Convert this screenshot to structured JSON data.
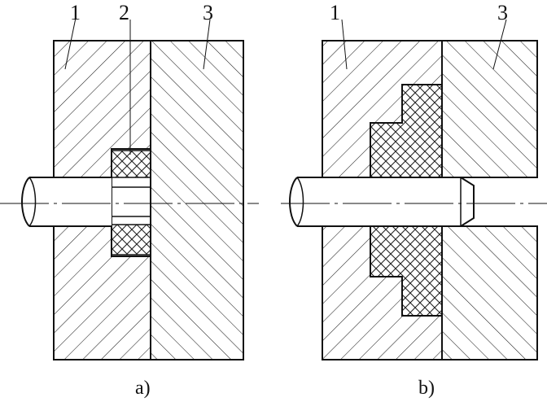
{
  "figure": {
    "panels": [
      {
        "caption": "a)",
        "callouts": [
          "1",
          "2",
          "3"
        ]
      },
      {
        "caption": "b)",
        "callouts": [
          "1",
          "3"
        ]
      }
    ],
    "colors": {
      "ink": "#111111",
      "background": "#ffffff"
    }
  }
}
